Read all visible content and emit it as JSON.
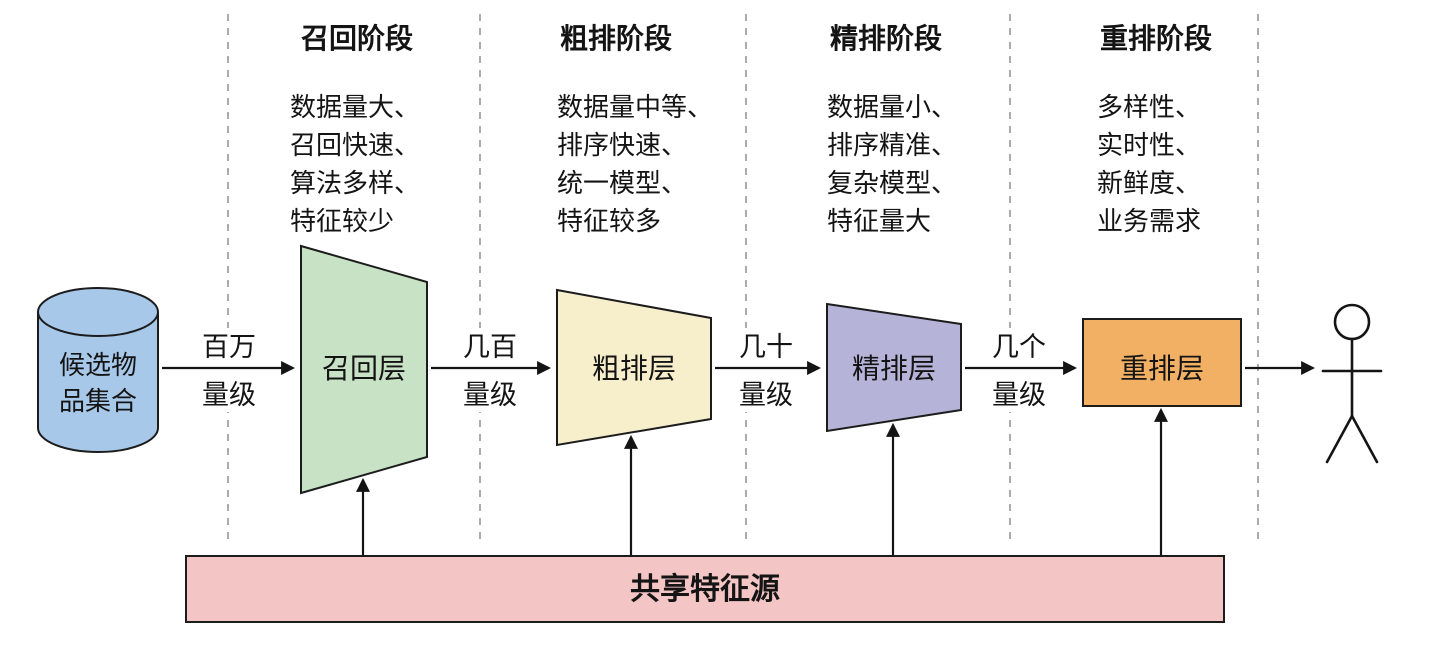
{
  "stages": [
    {
      "title": "召回阶段",
      "desc_lines": [
        "数据量大、",
        "召回快速、",
        "算法多样、",
        "特征较少"
      ],
      "layer_label": "召回层",
      "scale_label": {
        "top": "百万",
        "bottom": "量级"
      }
    },
    {
      "title": "粗排阶段",
      "desc_lines": [
        "数据量中等、",
        "排序快速、",
        "统一模型、",
        "特征较多"
      ],
      "layer_label": "粗排层",
      "scale_label": {
        "top": "几百",
        "bottom": "量级"
      }
    },
    {
      "title": "精排阶段",
      "desc_lines": [
        "数据量小、",
        "排序精准、",
        "复杂模型、",
        "特征量大"
      ],
      "layer_label": "精排层",
      "scale_label": {
        "top": "几十",
        "bottom": "量级"
      }
    },
    {
      "title": "重排阶段",
      "desc_lines": [
        "多样性、",
        "实时性、",
        "新鲜度、",
        "业务需求"
      ],
      "layer_label": "重排层",
      "scale_label": {
        "top": "几个",
        "bottom": "量级"
      }
    }
  ],
  "database": {
    "label_lines": [
      "候选物",
      "品集合"
    ]
  },
  "feature_source": {
    "label": "共享特征源"
  },
  "colors": {
    "database_fill": "#a8c8e9",
    "recall_fill": "#c7e2c4",
    "coarse_fill": "#f7eecb",
    "fine_fill": "#b5b3d8",
    "rerank_fill": "#f1b064",
    "feature_fill": "#f3c5c4",
    "outline": "#1c1c1c",
    "separator": "#8f8f8f"
  }
}
